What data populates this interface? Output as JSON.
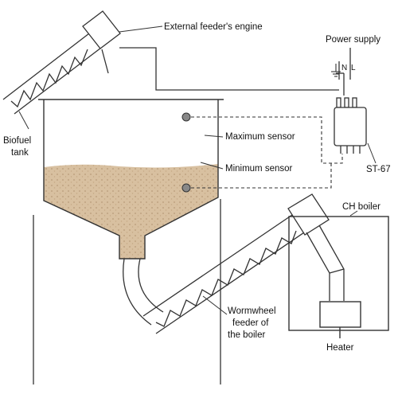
{
  "labels": {
    "external_feeder_engine": "External feeder's engine",
    "power_supply": "Power supply",
    "terminal_n": "N",
    "terminal_l": "L",
    "biofuel_tank_line1": "Biofuel",
    "biofuel_tank_line2": "tank",
    "maximum_sensor": "Maximum sensor",
    "minimum_sensor": "Minimum sensor",
    "controller": "ST-67",
    "ch_boiler": "CH boiler",
    "wormwheel_line1": "Wormwheel",
    "wormwheel_line2": "feeder of",
    "wormwheel_line3": "the boiler",
    "heater": "Heater"
  },
  "colors": {
    "line": "#333333",
    "fuel": "#d8c0a0",
    "fuel_speck": "#b89a78",
    "sensor": "#888888",
    "background": "#ffffff"
  }
}
